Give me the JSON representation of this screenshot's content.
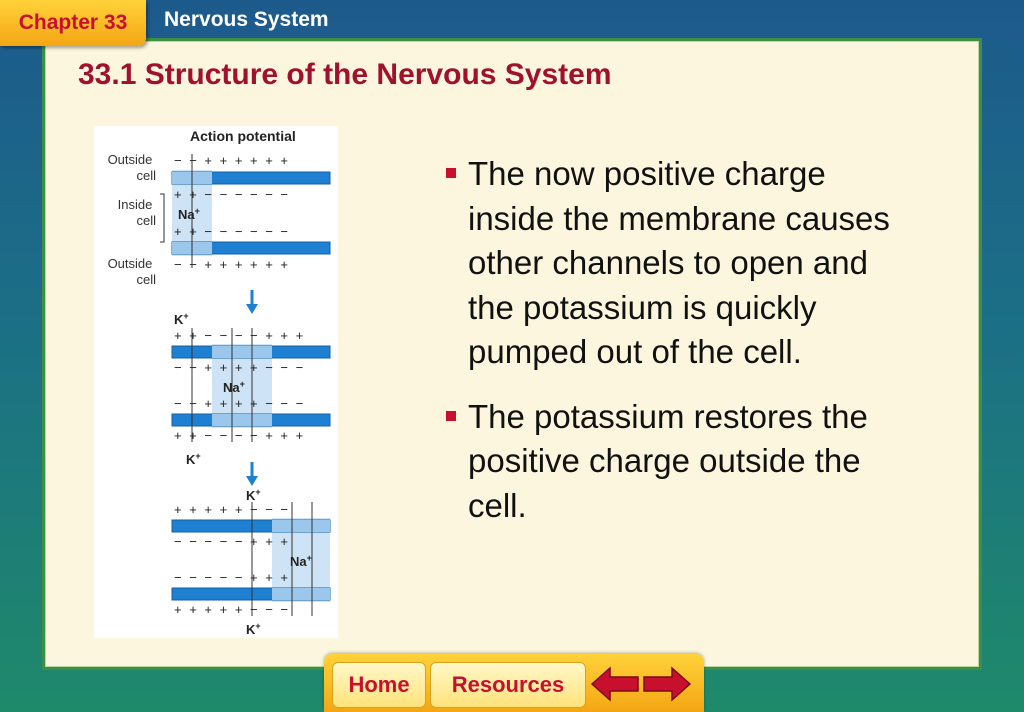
{
  "header": {
    "chapter_label": "Chapter 33",
    "section_label": "Nervous System"
  },
  "slide": {
    "title": "33.1 Structure of the Nervous System",
    "bullets": [
      "The now positive charge inside the membrane causes other channels to open and the potassium is quickly pumped out of the cell.",
      "The potassium restores the positive charge outside the cell."
    ]
  },
  "diagram": {
    "title": "Action potential",
    "labels": {
      "outside_top": [
        "Outside",
        "cell"
      ],
      "inside": [
        "Inside",
        "cell"
      ],
      "outside_bottom": [
        "Outside",
        "cell"
      ],
      "na": "Na",
      "k": "K",
      "plus": "+"
    }
  },
  "nav": {
    "home_label": "Home",
    "resources_label": "Resources",
    "prev_icon": "left-arrow-icon",
    "next_icon": "right-arrow-icon"
  },
  "colors": {
    "title_red": "#a0112d",
    "accent_red": "#c8102e",
    "membrane_blue": "#1f7fd0",
    "channel_light_blue": "#cfe3f6",
    "tab_gold": "#f4a614",
    "panel_cream": "#fbf6dd",
    "frame_green": "#3e8f45"
  }
}
